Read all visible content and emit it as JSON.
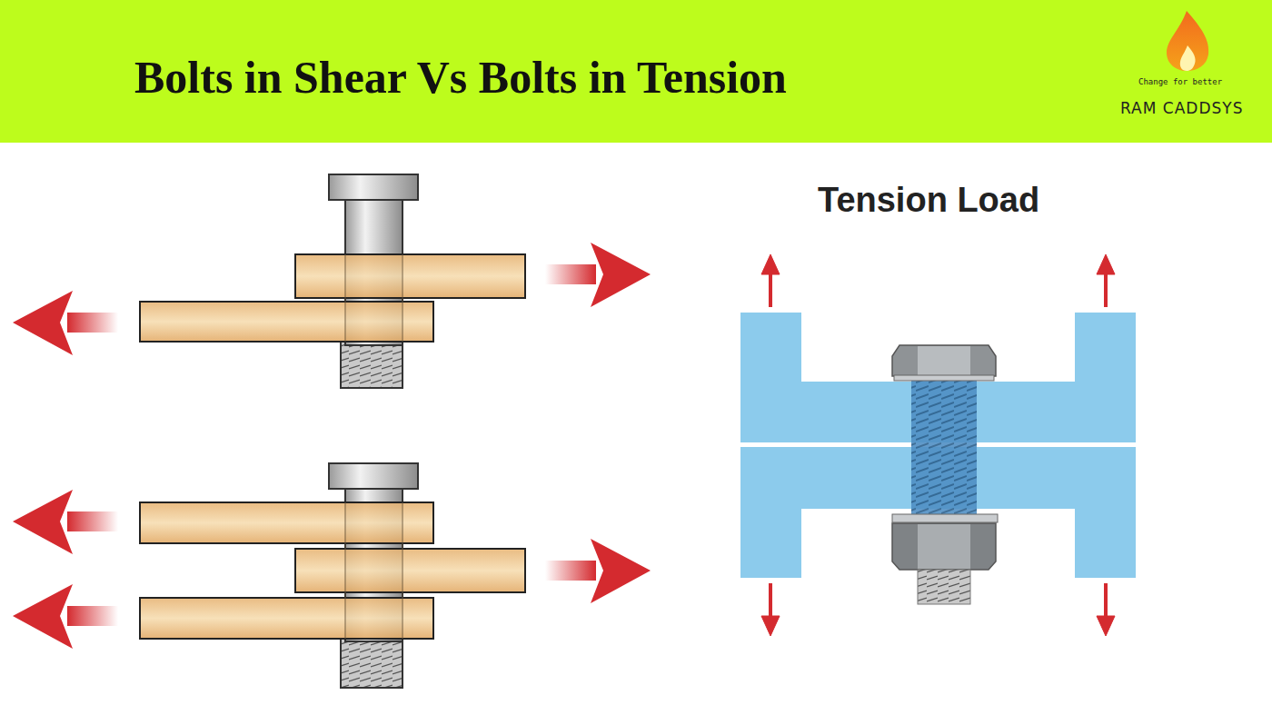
{
  "diagram": {
    "title": "Bolts in Shear Vs Bolts in Tension",
    "labels": [
      "Change for better",
      "RAM CADDSYS",
      "Tension Load"
    ]
  }
}
